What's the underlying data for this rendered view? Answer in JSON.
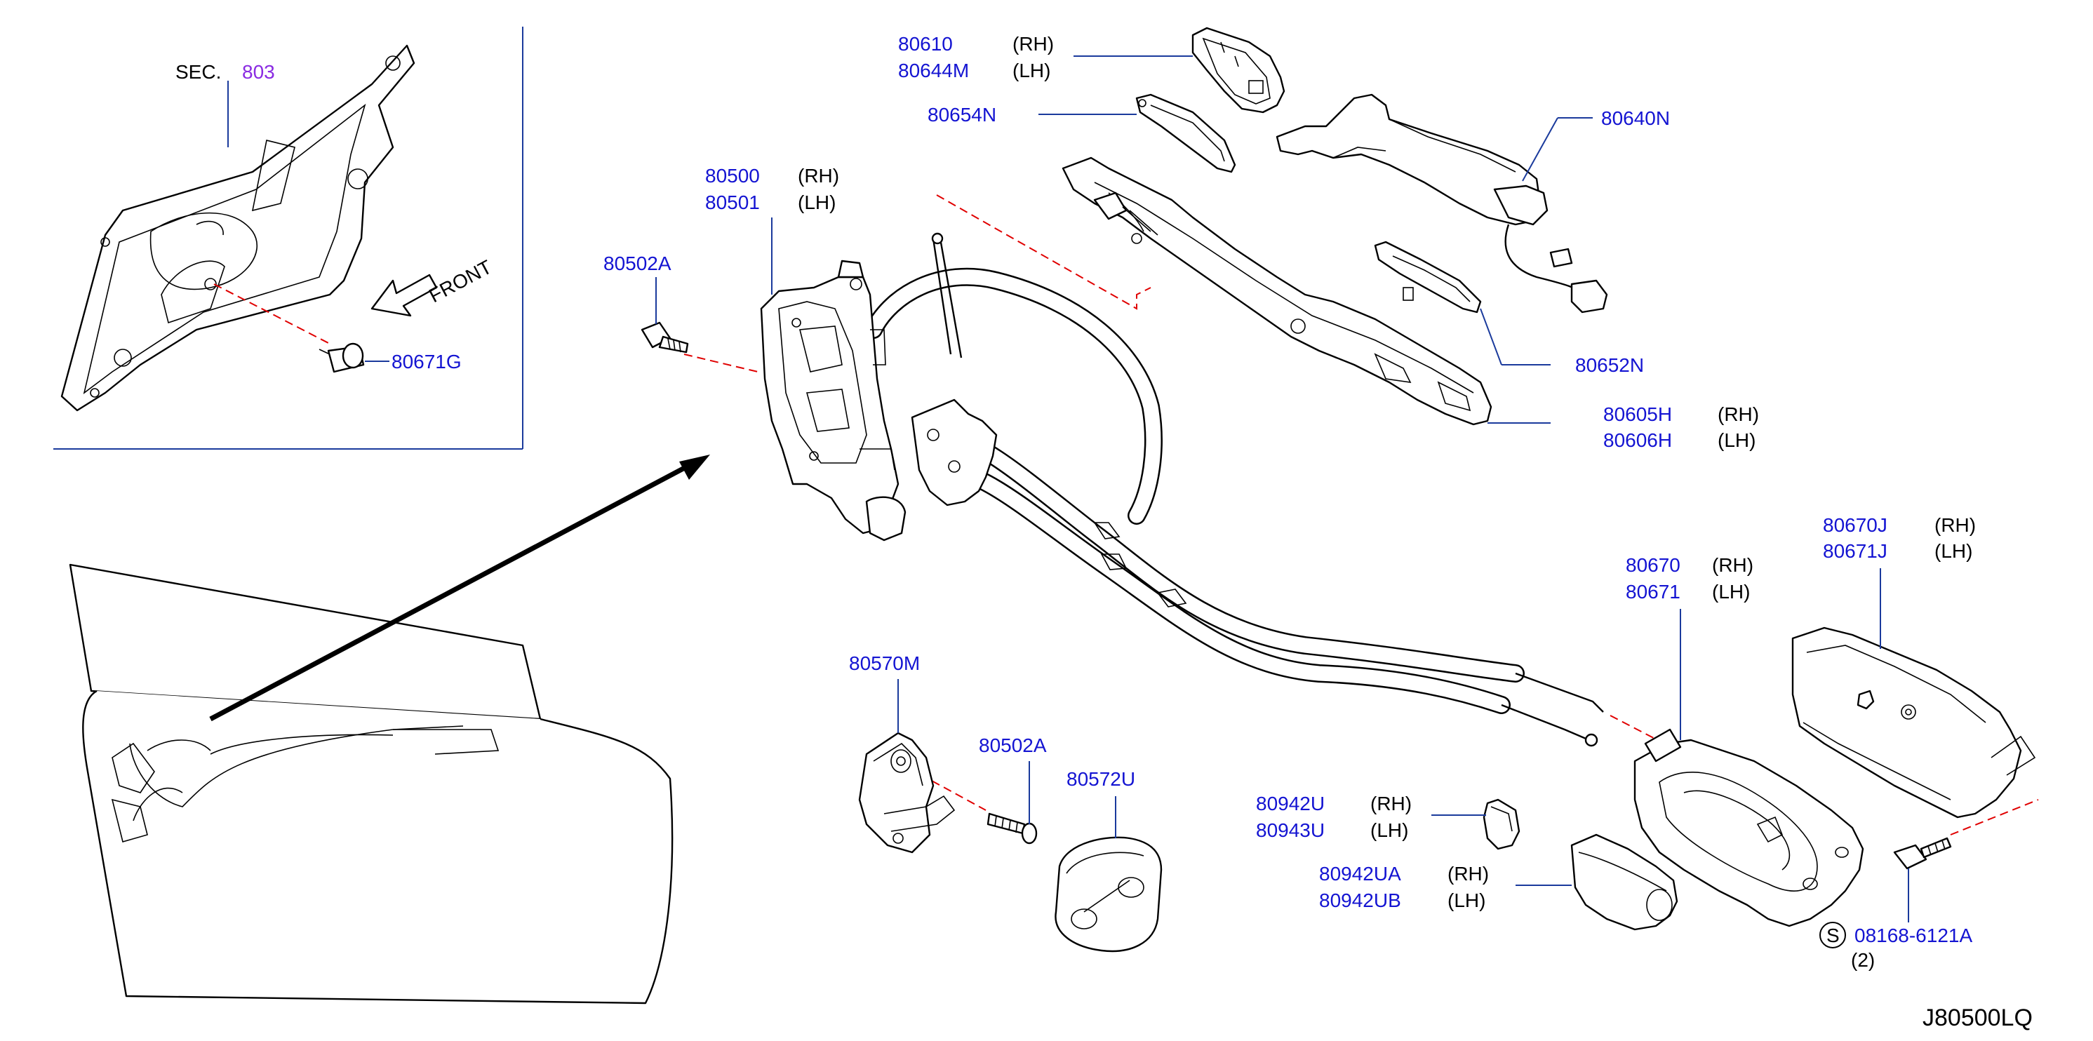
{
  "diagram_code": "J80500LQ",
  "section": {
    "prefix": "SEC.",
    "number": "803"
  },
  "front_label": "FRONT",
  "labels": [
    {
      "id": "p80610",
      "pn": "80610",
      "side": "(RH)"
    },
    {
      "id": "p80644m",
      "pn": "80644M",
      "side": "(LH)"
    },
    {
      "id": "p80654n",
      "pn": "80654N",
      "side": ""
    },
    {
      "id": "p80640n",
      "pn": "80640N",
      "side": ""
    },
    {
      "id": "p80500",
      "pn": "80500",
      "side": "(RH)"
    },
    {
      "id": "p80501",
      "pn": "80501",
      "side": "(LH)"
    },
    {
      "id": "p80502a_top",
      "pn": "80502A",
      "side": ""
    },
    {
      "id": "p80652n",
      "pn": "80652N",
      "side": ""
    },
    {
      "id": "p80605h",
      "pn": "80605H",
      "side": "(RH)"
    },
    {
      "id": "p80606h",
      "pn": "80606H",
      "side": "(LH)"
    },
    {
      "id": "p80671g",
      "pn": "80671G",
      "side": ""
    },
    {
      "id": "p80670j",
      "pn": "80670J",
      "side": "(RH)"
    },
    {
      "id": "p80671j",
      "pn": "80671J",
      "side": "(LH)"
    },
    {
      "id": "p80670",
      "pn": "80670",
      "side": "(RH)"
    },
    {
      "id": "p80671",
      "pn": "80671",
      "side": "(LH)"
    },
    {
      "id": "p80570m",
      "pn": "80570M",
      "side": ""
    },
    {
      "id": "p80502a_bottom",
      "pn": "80502A",
      "side": ""
    },
    {
      "id": "p80572u",
      "pn": "80572U",
      "side": ""
    },
    {
      "id": "p80942u",
      "pn": "80942U",
      "side": "(RH)"
    },
    {
      "id": "p80943u",
      "pn": "80943U",
      "side": "(LH)"
    },
    {
      "id": "p80942ua",
      "pn": "80942UA",
      "side": "(RH)"
    },
    {
      "id": "p80942ub",
      "pn": "80942UB",
      "side": "(LH)"
    },
    {
      "id": "p08168",
      "pn": "08168-6121A",
      "side": ""
    }
  ],
  "screw_symbol": "S",
  "screw_qty": "(2)"
}
